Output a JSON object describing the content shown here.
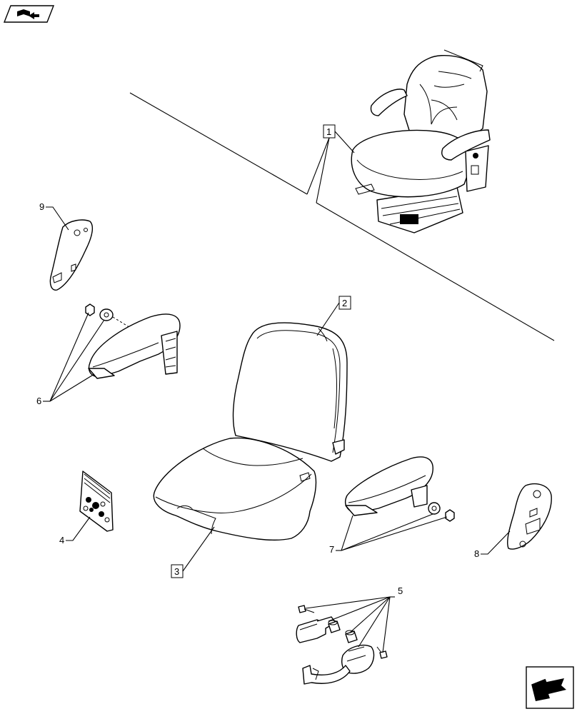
{
  "callouts": {
    "c1": "1",
    "c2": "2",
    "c3": "3",
    "c4": "4",
    "c5": "5",
    "c6": "6",
    "c7": "7",
    "c8": "8",
    "c9": "9"
  },
  "icons": {
    "top_left": "book-with-arrow-icon",
    "bottom_right": "next-page-arrow-icon"
  }
}
